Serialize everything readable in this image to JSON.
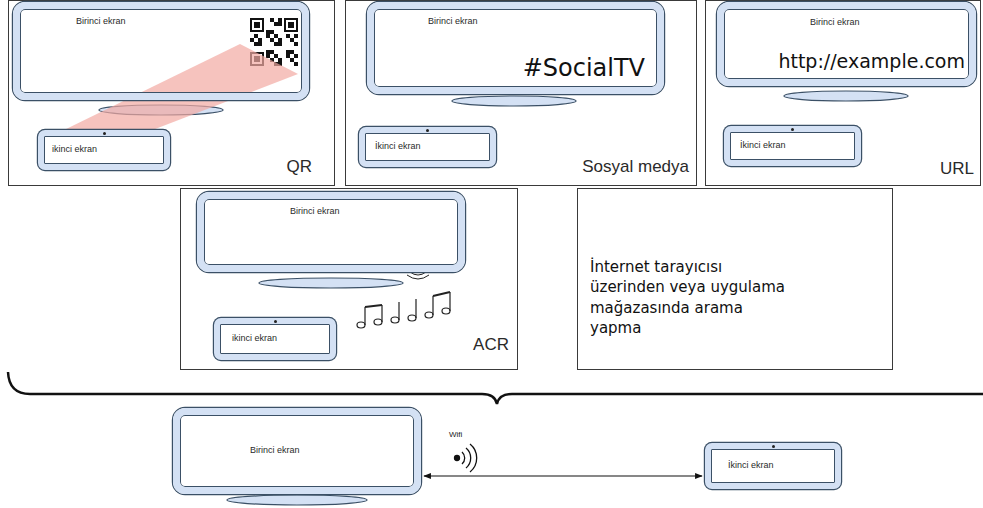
{
  "diagram": {
    "nodes": [
      {
        "text": [
          "QR"
        ]
      },
      {
        "text": [
          "Birinci ekran"
        ],
        "in": 0
      },
      {
        "text": [
          "ikinci ekran"
        ],
        "in": 0
      },
      {
        "text": [
          "Sosyal medya"
        ]
      },
      {
        "text": [
          "Birinci ekran",
          "#SocialTV"
        ],
        "in": 3
      },
      {
        "text": [
          "İkinci ekran"
        ],
        "in": 3
      },
      {
        "text": [
          "URL"
        ]
      },
      {
        "text": [
          "Birinci ekran",
          "http://example.com"
        ],
        "in": 6
      },
      {
        "text": [
          "İkinci ekran"
        ],
        "in": 6
      },
      {
        "text": [
          "ACR"
        ]
      },
      {
        "text": [
          "Birinci ekran"
        ],
        "in": 9
      },
      {
        "text": [
          "ikinci ekran"
        ],
        "in": 9
      },
      {
        "text": [
          "İnternet tarayıcısı üzerinden veya uygulama mağazasında arama yapma"
        ]
      },
      {
        "text": [
          "Birinci ekran"
        ]
      },
      {
        "text": [
          "İkinci ekran"
        ]
      }
    ],
    "edges": [
      {
        "from": 13,
        "to": 14,
        "arrow": "both"
      }
    ],
    "labels": [
      "Wifi"
    ]
  }
}
